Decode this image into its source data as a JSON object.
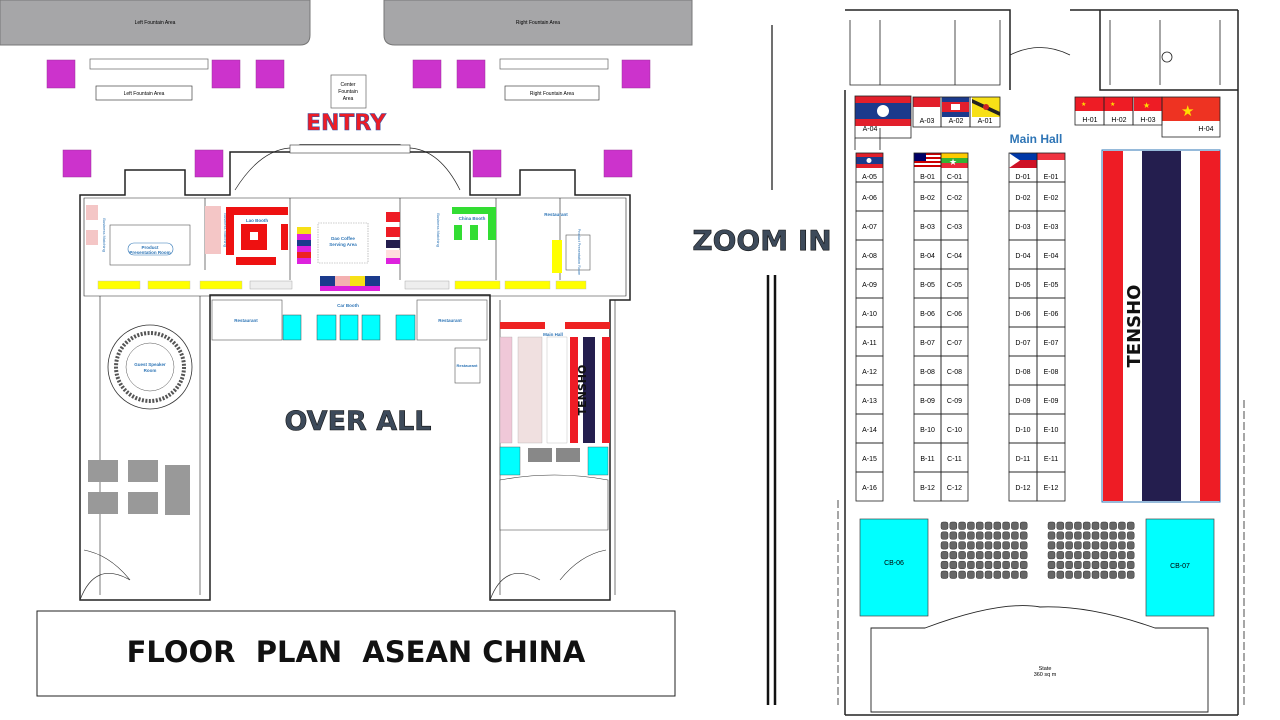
{
  "overall": {
    "left_fountain": "Left Fountain Area",
    "right_fountain": "Right Fountain Area",
    "center_fountain": [
      "Center",
      "Fountain",
      "Area"
    ],
    "entry": "ENTRY",
    "rooms": {
      "product_presentation_left": [
        "Product",
        "Presentation Room"
      ],
      "lao_booth": "Lao Booth",
      "dao_coffee": [
        "Dao Coffee",
        "Serving Area"
      ],
      "china_booth": "China Booth",
      "restaurant_top": "Restaurant",
      "product_presentation_right": "Product Presentation Room",
      "business_matching_left": "Business Matching",
      "business_matching_right": "Business Matching",
      "car_booth": "Car Booth",
      "restaurant_left": "Restaurant",
      "restaurant_right": "Restaurant",
      "restaurant_side": "Restaurant",
      "main_hall": "Main Hall",
      "guest_speaker": [
        "Guest Speaker",
        "Room"
      ],
      "tensho_mini": "TENSHO"
    },
    "label": "OVER ALL"
  },
  "title": "FLOOR  PLAN  ASEAN CHINA",
  "zoom_label": "ZOOM IN",
  "zoom": {
    "main_hall": "Main Hall",
    "top_left_booths": [
      "A-04",
      "A-03",
      "A-02",
      "A-01"
    ],
    "top_right_booths": [
      "H-01",
      "H-02",
      "H-03",
      "H-04"
    ],
    "col_a": [
      "A-05",
      "A-06",
      "A-07",
      "A-08",
      "A-09",
      "A-10",
      "A-11",
      "A-12",
      "A-13",
      "A-14",
      "A-15",
      "A-16"
    ],
    "col_b": [
      "B-01",
      "B-02",
      "B-03",
      "B-04",
      "B-05",
      "B-06",
      "B-07",
      "B-08",
      "B-09",
      "B-10",
      "B-11",
      "B-12"
    ],
    "col_c": [
      "C-01",
      "C-02",
      "C-03",
      "C-04",
      "C-05",
      "C-06",
      "C-07",
      "C-08",
      "C-09",
      "C-10",
      "C-11",
      "C-12"
    ],
    "col_d": [
      "D-01",
      "D-02",
      "D-03",
      "D-04",
      "D-05",
      "D-06",
      "D-07",
      "D-08",
      "D-09",
      "D-10",
      "D-11",
      "D-12"
    ],
    "col_e": [
      "E-01",
      "E-02",
      "E-03",
      "E-04",
      "E-05",
      "E-06",
      "E-07",
      "E-08",
      "E-09",
      "E-10",
      "E-11",
      "E-12"
    ],
    "tensho": "TENSHO",
    "cb_left": "CB-06",
    "cb_right": "CB-07",
    "stage": [
      "State",
      "360 sq m"
    ]
  },
  "colors": {
    "magenta": "#cc33cc",
    "cyan": "#00ffff",
    "red": "#ee1c25",
    "navy": "#241e4e",
    "laoRed": "#e21f2b",
    "laoBlue": "#1b3a8c",
    "chinaGreen": "#33dd33",
    "yellow": "#ffff00",
    "grey": "#a6a6a8",
    "blueText": "#2e75b6"
  }
}
